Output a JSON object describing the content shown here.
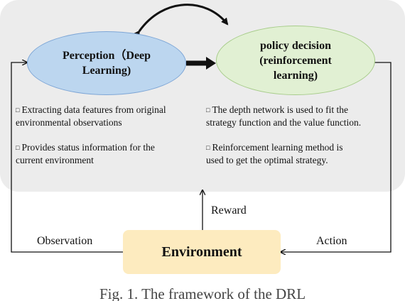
{
  "diagram": {
    "perception": {
      "line1": "Perception（Deep",
      "line2": "Learning)"
    },
    "policy": {
      "line1": "policy decision",
      "line2": "(reinforcement",
      "line3": "learning)"
    },
    "bullets_left": [
      {
        "marker": "□",
        "text": "Extracting data features from original",
        "text2": "environmental observations"
      },
      {
        "marker": "□",
        "text": "Provides status information for the",
        "text2": "current environment"
      }
    ],
    "bullets_right": [
      {
        "marker": "□",
        "text": "The depth network is used to fit the",
        "text2": "strategy function and the value function."
      },
      {
        "marker": "□",
        "text": "Reinforcement learning method is",
        "text2": "used to get the optimal strategy."
      }
    ],
    "environment": "Environment",
    "labels": {
      "reward": "Reward",
      "observation": "Observation",
      "action": "Action"
    },
    "caption": "Fig. 1. The framework of the DRL"
  }
}
